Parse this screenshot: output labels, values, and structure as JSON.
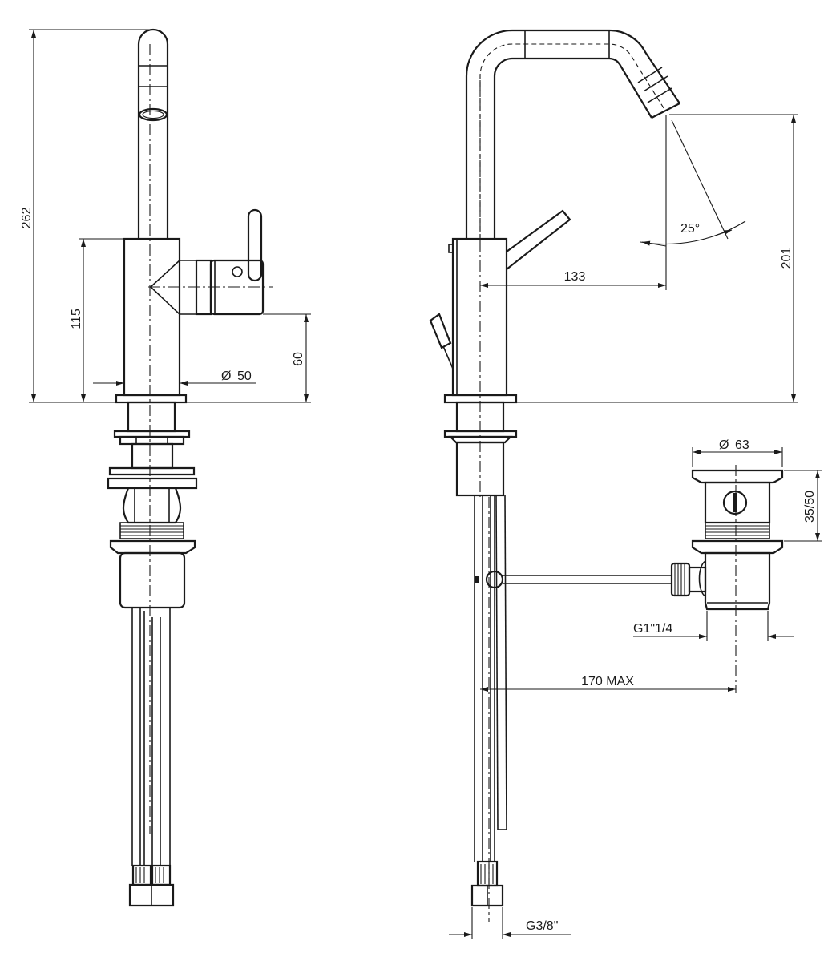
{
  "dimensions": {
    "overall_height": "262",
    "body_height": "115",
    "handle_height": "60",
    "base_diameter": "50",
    "spout_height": "201",
    "spout_reach": "133",
    "spout_angle": "25°",
    "waste_diameter": "63",
    "waste_height": "35/50",
    "waste_thread": "G1\"1/4",
    "rod_length": "170 MAX",
    "hose_thread": "G3/8\""
  },
  "symbols": {
    "diameter": "Ø"
  }
}
